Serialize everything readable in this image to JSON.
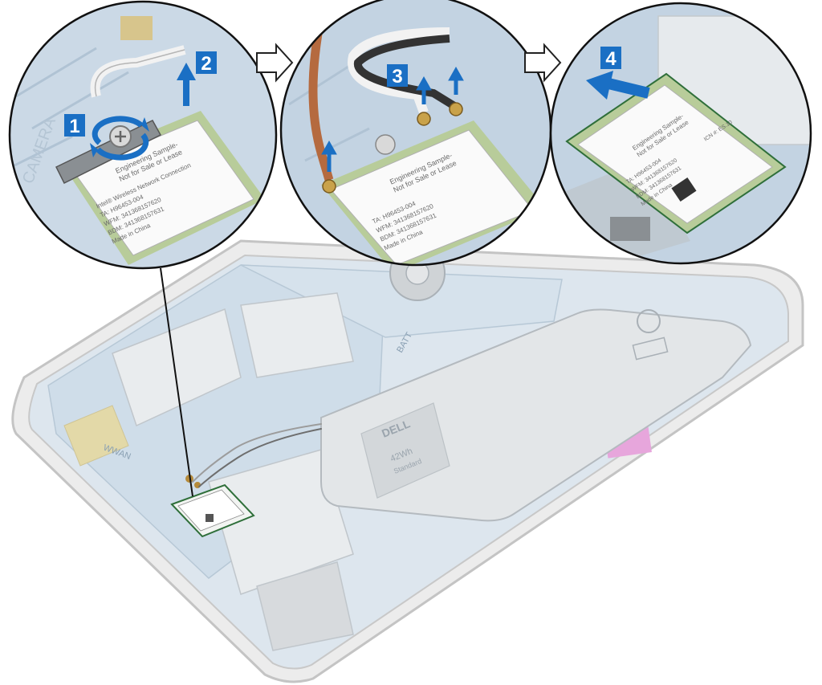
{
  "steps": [
    {
      "number": "1",
      "action": "remove-screw"
    },
    {
      "number": "2",
      "action": "lift-bracket"
    },
    {
      "number": "3",
      "action": "disconnect-antenna-cables"
    },
    {
      "number": "4",
      "action": "slide-out-wlan-card"
    }
  ],
  "colors": {
    "step_badge": "#1a6fc4",
    "arrow_blue": "#1a6fc4",
    "outline": "#111111",
    "board_faded": "#c9d9e4",
    "chassis": "#e4e4e4"
  },
  "wlan_card_label": {
    "line1": "Engineering Sample-",
    "line2": "Not for Sale or Lease",
    "line3": "Intel® Wireless Network Connection",
    "line4": "TA: H96453-004",
    "line5": "WFM: 341368157620",
    "line6": "BDM: 341368157631",
    "line7": "Made in China",
    "icn": "ICN #: ES.10"
  },
  "board_labels": {
    "camera": "CAMERA",
    "wwan": "WWAN",
    "batt": "BATT",
    "brand": "DELL",
    "battery_capacity": "42Wh",
    "battery_standard": "Standard"
  },
  "icons": [
    "screw-rotate-icon",
    "lift-up-arrow-icon",
    "next-step-arrow-icon",
    "slide-out-arrow-icon"
  ]
}
